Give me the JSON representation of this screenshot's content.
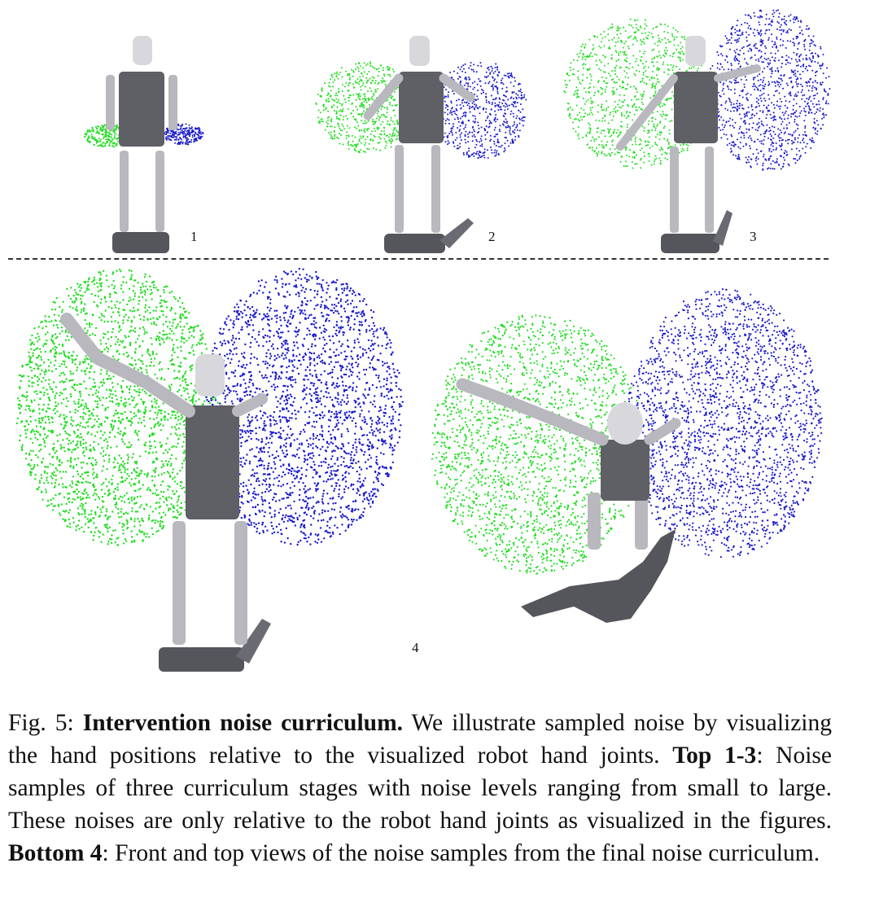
{
  "figure": {
    "panels": [
      {
        "label": "1",
        "view": "front",
        "stage": "small"
      },
      {
        "label": "2",
        "view": "front",
        "stage": "medium"
      },
      {
        "label": "3",
        "view": "front",
        "stage": "large"
      },
      {
        "label": "4",
        "view": "front and top",
        "stage": "final"
      }
    ],
    "colors": {
      "left_hand_noise": "#22dd22",
      "right_hand_noise": "#1a1acc",
      "robot_body": "#5f5f66",
      "robot_limb": "#b8b8be",
      "robot_head": "#d8d8dc",
      "divider": "#333333"
    }
  },
  "caption": {
    "fig_label": "Fig. 5:",
    "title": "Intervention noise curriculum.",
    "text1": " We illustrate sampled noise by visualizing the hand positions relative to the visualized robot hand joints. ",
    "top_label": "Top 1-3",
    "text2": ": Noise samples of three curriculum stages with noise levels ranging from small to large. These noises are only relative to the robot hand joints as visualized in the figures. ",
    "bottom_label": "Bottom 4",
    "text3": ": Front and top views of the noise samples from the final noise curriculum."
  }
}
